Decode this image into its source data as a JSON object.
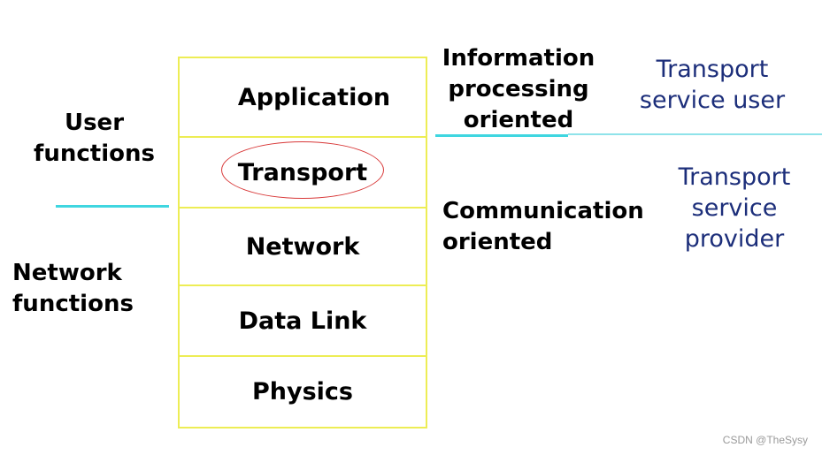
{
  "layers": [
    {
      "label": "Application"
    },
    {
      "label": "Transport"
    },
    {
      "label": "Network"
    },
    {
      "label": "Data Link"
    },
    {
      "label": "Physics"
    }
  ],
  "left": {
    "user_functions": [
      "User",
      "functions"
    ],
    "network_functions": [
      "Network",
      "functions"
    ]
  },
  "middle": {
    "info_processing": [
      "Information",
      "processing",
      "oriented"
    ],
    "communication": [
      "Communication",
      "oriented"
    ]
  },
  "right": {
    "service_user": [
      "Transport",
      "service user"
    ],
    "service_provider": [
      "Transport",
      "service",
      "provider"
    ]
  },
  "watermark": "CSDN @TheSysy",
  "colors": {
    "layer_border": "#eded55",
    "divider": "#3fd6e0",
    "highlight_oval": "#d83838",
    "blue_text": "#1c2e7a"
  }
}
